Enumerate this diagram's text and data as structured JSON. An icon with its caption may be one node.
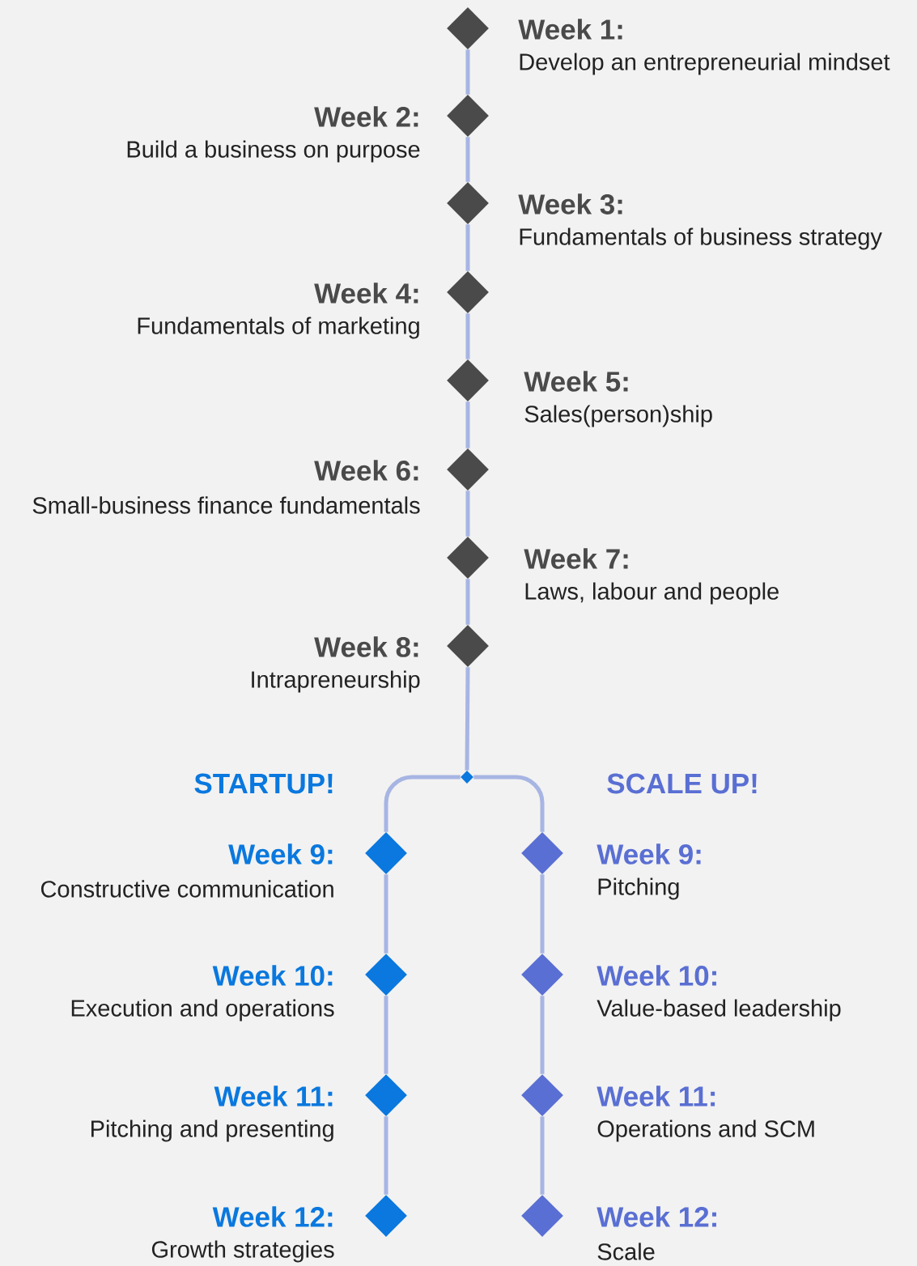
{
  "diagram": {
    "nodes": [
      {
        "text": [],
        "shape": "diamond",
        "beside": [
          "Week 1:",
          "Develop an entrepreneurial mindset"
        ]
      },
      {
        "text": [],
        "shape": "diamond",
        "beside": [
          "Week 2:",
          "Build a business on purpose"
        ]
      },
      {
        "text": [],
        "shape": "diamond",
        "beside": [
          "Week 3:",
          "Fundamentals of business strategy"
        ]
      },
      {
        "text": [],
        "shape": "diamond",
        "beside": [
          "Week 4:",
          "Fundamentals of marketing"
        ]
      },
      {
        "text": [],
        "shape": "diamond",
        "beside": [
          "Week 5:",
          "Sales(person)ship"
        ]
      },
      {
        "text": [],
        "shape": "diamond",
        "beside": [
          "Week 6:",
          "Small-business finance fundamentals"
        ]
      },
      {
        "text": [],
        "shape": "diamond",
        "beside": [
          "Week 7:",
          "Laws, labour and people"
        ]
      },
      {
        "text": [],
        "shape": "diamond",
        "beside": [
          "Week 8:",
          "Intrapreneurship"
        ]
      },
      {
        "text": [],
        "shape": "diamond"
      },
      {
        "text": [],
        "shape": "diamond",
        "beside": [
          "Week 9:",
          "Constructive communication"
        ]
      },
      {
        "text": [],
        "shape": "diamond",
        "beside": [
          "Week 10:",
          "Execution and operations"
        ]
      },
      {
        "text": [],
        "shape": "diamond",
        "beside": [
          "Week 11:",
          "Pitching and presenting"
        ]
      },
      {
        "text": [],
        "shape": "diamond",
        "beside": [
          "Week 12:",
          "Growth strategies"
        ]
      },
      {
        "text": [],
        "shape": "diamond",
        "beside": [
          "Week 9:",
          "Pitching"
        ]
      },
      {
        "text": [],
        "shape": "diamond",
        "beside": [
          "Week 10:",
          "Value-based leadership"
        ]
      },
      {
        "text": [],
        "shape": "diamond",
        "beside": [
          "Week 11:",
          "Operations and SCM"
        ]
      },
      {
        "text": [],
        "shape": "diamond",
        "beside": [
          "Week 12:",
          "Scale"
        ]
      }
    ],
    "edges": [
      {
        "from": 0,
        "to": 1,
        "arrow": "none"
      },
      {
        "from": 1,
        "to": 2,
        "arrow": "none"
      },
      {
        "from": 2,
        "to": 3,
        "arrow": "none"
      },
      {
        "from": 3,
        "to": 4,
        "arrow": "none"
      },
      {
        "from": 4,
        "to": 5,
        "arrow": "none"
      },
      {
        "from": 5,
        "to": 6,
        "arrow": "none"
      },
      {
        "from": 6,
        "to": 7,
        "arrow": "none"
      },
      {
        "from": 7,
        "to": 8,
        "arrow": "none"
      },
      {
        "from": 8,
        "to": 9,
        "arrow": "none"
      },
      {
        "from": 9,
        "to": 10,
        "arrow": "none"
      },
      {
        "from": 10,
        "to": 11,
        "arrow": "none"
      },
      {
        "from": 11,
        "to": 12,
        "arrow": "none"
      },
      {
        "from": 8,
        "to": 13,
        "arrow": "none"
      },
      {
        "from": 13,
        "to": 14,
        "arrow": "none"
      },
      {
        "from": 14,
        "to": 15,
        "arrow": "none"
      },
      {
        "from": 15,
        "to": 16,
        "arrow": "none"
      }
    ],
    "labels": [
      "STARTUP!",
      "SCALE UP!"
    ]
  }
}
